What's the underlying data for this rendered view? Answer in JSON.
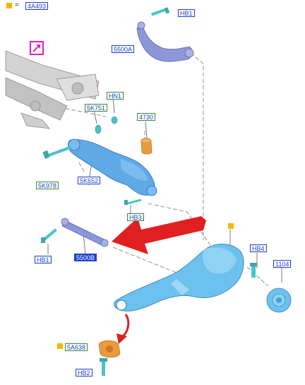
{
  "legend": {
    "equals": "=",
    "part": "4A493",
    "marker_color": "#f5b800"
  },
  "labels": {
    "hb1_top": "HB1",
    "p5500A": "5500A",
    "hn1": "HN1",
    "p5K751": "5K751",
    "p4730": "4730",
    "p5K978": "5K978",
    "p5K652": "5K652",
    "hb3": "HB3",
    "hb1_left": "HB1",
    "p5500B": "5500B",
    "hb4": "HB4",
    "p1104": "1104",
    "p5A638": "5A638",
    "hb2": "HB2"
  },
  "colors": {
    "part_blue": "#5ea9e6",
    "part_blue_dark": "#2f6fb5",
    "arm_purple": "#8c97d8",
    "bushing_orange": "#e89a3c",
    "callout_red": "#e02020",
    "crossmember_gray": "#c9c9c9"
  }
}
